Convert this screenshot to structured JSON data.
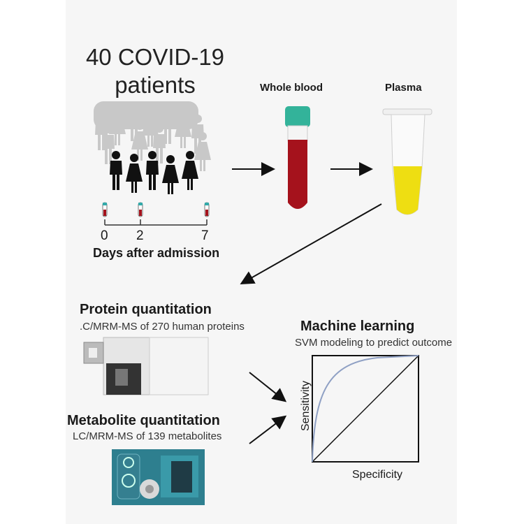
{
  "cohort": {
    "title_line1": "40 COVID-19",
    "title_line2": "patients"
  },
  "timeline": {
    "ticks": [
      "0",
      "2",
      "7"
    ],
    "label": "Days after admission"
  },
  "samples": {
    "whole_blood": "Whole blood",
    "plasma": "Plasma"
  },
  "protein": {
    "title": "Protein quantitation",
    "subtitle": ".C/MRM-MS of 270 human proteins"
  },
  "metabolite": {
    "title": "Metabolite quantitation",
    "subtitle": "LC/MRM-MS of 139 metabolites"
  },
  "ml": {
    "title": "Machine learning",
    "subtitle": "SVM modeling to predict outcome",
    "ylabel": "Sensitivity",
    "xlabel": "Specificity"
  },
  "colors": {
    "blood": "#a5121c",
    "cap_teal": "#33b39a",
    "plasma_yellow": "#eede12",
    "instrument_teal": "#2e7f8f",
    "roc_curve": "#8fa0c4"
  }
}
